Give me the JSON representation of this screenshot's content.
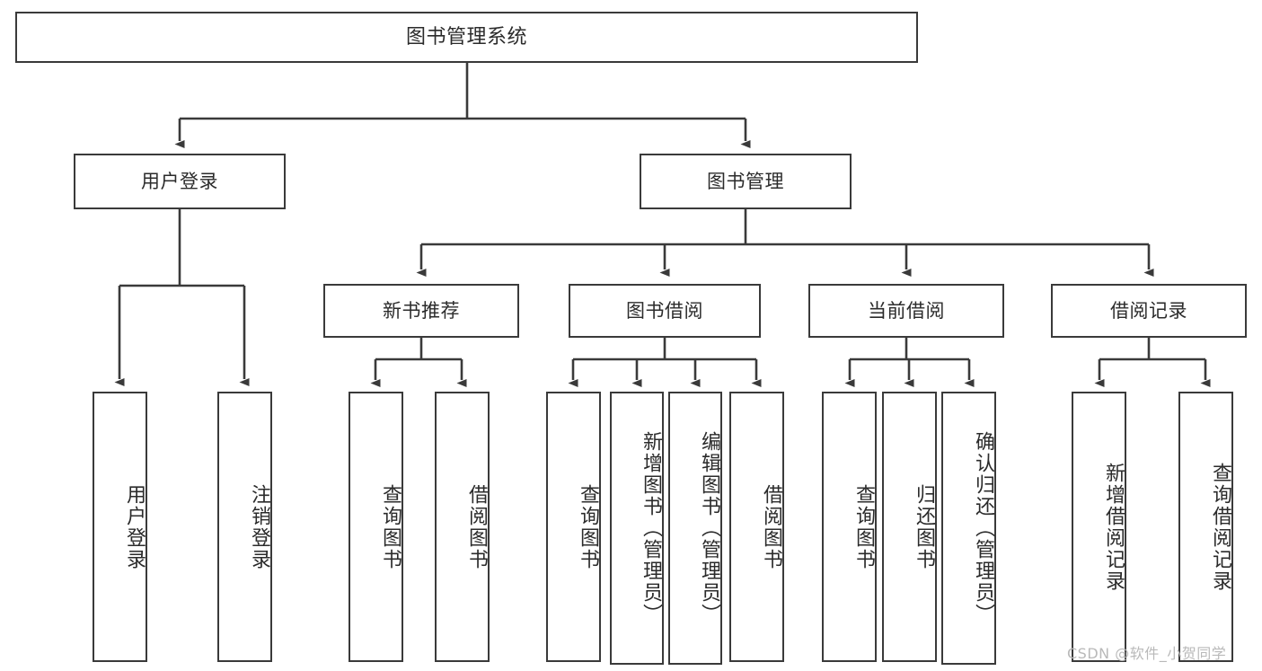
{
  "diagram": {
    "title": "图书管理系统",
    "type": "功能结构图",
    "colors": {
      "stroke": "#3a3a3a",
      "text": "#2b2b2b",
      "background": "#ffffff",
      "watermark": "#b9b9b9"
    },
    "root": {
      "label": "图书管理系统"
    },
    "level2": [
      {
        "label": "用户登录"
      },
      {
        "label": "图书管理"
      }
    ],
    "level3": [
      {
        "label": "新书推荐"
      },
      {
        "label": "图书借阅"
      },
      {
        "label": "当前借阅"
      },
      {
        "label": "借阅记录"
      }
    ],
    "leaves": {
      "user_login": [
        {
          "label": "用户登录"
        },
        {
          "label": "注销登录"
        }
      ],
      "new_book_recommend": [
        {
          "label": "查询图书"
        },
        {
          "label": "借阅图书"
        }
      ],
      "book_borrow": [
        {
          "label": "查询图书"
        },
        {
          "label": "新增图书（管理员）"
        },
        {
          "label": "编辑图书（管理员）"
        },
        {
          "label": "借阅图书"
        }
      ],
      "current_borrow": [
        {
          "label": "查询图书"
        },
        {
          "label": "归还图书"
        },
        {
          "label": "确认归还（管理员）"
        }
      ],
      "borrow_record": [
        {
          "label": "新增借阅记录"
        },
        {
          "label": "查询借阅记录"
        }
      ]
    },
    "watermark": "CSDN @软件_小贺同学"
  },
  "chart_data": {
    "type": "tree",
    "title": "图书管理系统",
    "nodes": [
      {
        "id": "root",
        "label": "图书管理系统",
        "level": 0,
        "parent": null
      },
      {
        "id": "n-user-login",
        "label": "用户登录",
        "level": 1,
        "parent": "root"
      },
      {
        "id": "n-book-manage",
        "label": "图书管理",
        "level": 1,
        "parent": "root"
      },
      {
        "id": "n-login-1",
        "label": "用户登录",
        "level": 2,
        "parent": "n-user-login"
      },
      {
        "id": "n-login-2",
        "label": "注销登录",
        "level": 2,
        "parent": "n-user-login"
      },
      {
        "id": "n-new-book",
        "label": "新书推荐",
        "level": 2,
        "parent": "n-book-manage"
      },
      {
        "id": "n-borrow",
        "label": "图书借阅",
        "level": 2,
        "parent": "n-book-manage"
      },
      {
        "id": "n-current",
        "label": "当前借阅",
        "level": 2,
        "parent": "n-book-manage"
      },
      {
        "id": "n-record",
        "label": "借阅记录",
        "level": 2,
        "parent": "n-book-manage"
      },
      {
        "id": "n-new-1",
        "label": "查询图书",
        "level": 3,
        "parent": "n-new-book"
      },
      {
        "id": "n-new-2",
        "label": "借阅图书",
        "level": 3,
        "parent": "n-new-book"
      },
      {
        "id": "n-bor-1",
        "label": "查询图书",
        "level": 3,
        "parent": "n-borrow"
      },
      {
        "id": "n-bor-2",
        "label": "新增图书（管理员）",
        "level": 3,
        "parent": "n-borrow"
      },
      {
        "id": "n-bor-3",
        "label": "编辑图书（管理员）",
        "level": 3,
        "parent": "n-borrow"
      },
      {
        "id": "n-bor-4",
        "label": "借阅图书",
        "level": 3,
        "parent": "n-borrow"
      },
      {
        "id": "n-cur-1",
        "label": "查询图书",
        "level": 3,
        "parent": "n-current"
      },
      {
        "id": "n-cur-2",
        "label": "归还图书",
        "level": 3,
        "parent": "n-current"
      },
      {
        "id": "n-cur-3",
        "label": "确认归还（管理员）",
        "level": 3,
        "parent": "n-current"
      },
      {
        "id": "n-rec-1",
        "label": "新增借阅记录",
        "level": 3,
        "parent": "n-record"
      },
      {
        "id": "n-rec-2",
        "label": "查询借阅记录",
        "level": 3,
        "parent": "n-record"
      }
    ],
    "edge_style": "orthogonal-arrow",
    "orientation": "top-down"
  }
}
